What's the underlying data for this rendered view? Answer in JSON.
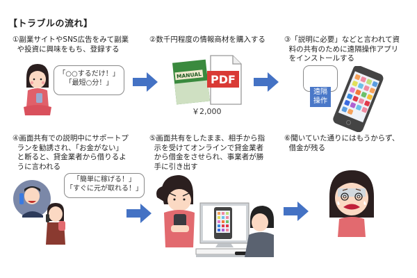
{
  "title": "【トラブルの流れ】",
  "colors": {
    "arrow": "#4472C4",
    "manual_green": "#3a8a3e",
    "pdf_red": "#d93a35",
    "remote_badge": "#4a78c8",
    "phone_body": "#444444",
    "woman_top": "#e26a6f"
  },
  "steps": [
    {
      "label": "①副業サイトやSNS広告をみて副業\n  や投資に興味をもち、登録する",
      "bubble": "「○○するだけ！」\n「最短○分！」",
      "image": "woman-with-smartphone"
    },
    {
      "label": "②数千円程度の情報商材を購入する",
      "price": "￥2,000",
      "manual_text": "MANUAL",
      "pdf_text": "PDF",
      "image": "manual-and-pdf"
    },
    {
      "label": "③「説明に必要」などと言われて資\n  料の共有のために遠隔操作アプリ\n  をインストールする",
      "badge": "遠隔\n操作",
      "image": "smartphone-apps"
    },
    {
      "label": "④画面共有での説明中にサポートプ\n  ランを勧誘され、「お金がない」\n  と断ると、貸金業者から借りるよ\n  うに言われる",
      "bubble": "「簡単に稼げる！」\n「すぐに元が取れる！」",
      "image": "man-calling-woman"
    },
    {
      "label": "⑤画面共有をしたまま、相手から指\n  示を受けてオンラインで貸金業者\n  から借金をさせられ、事業者が勝\n  手に引き出す",
      "image": "woman-phone-man-monitor"
    },
    {
      "label": "⑥聞いていた通りにはもうからず、\n  借金が残る",
      "image": "distressed-woman"
    }
  ]
}
